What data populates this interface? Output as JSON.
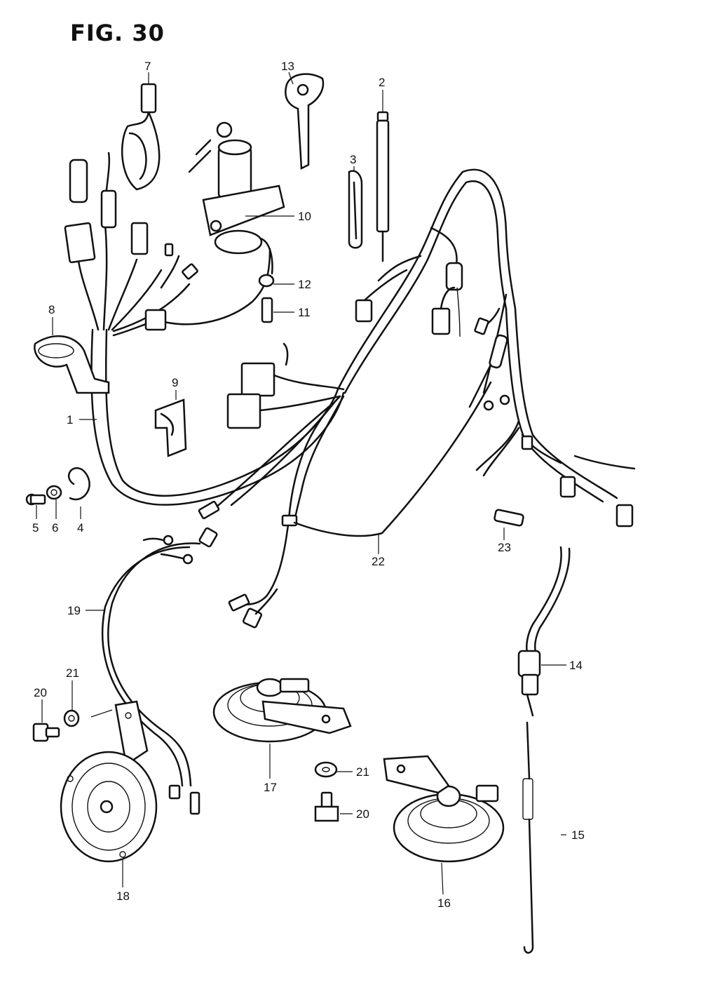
{
  "figure": {
    "title": "FIG. 30"
  },
  "callouts": [
    {
      "id": "c1",
      "label": "1"
    },
    {
      "id": "c2",
      "label": "2"
    },
    {
      "id": "c3",
      "label": "3"
    },
    {
      "id": "c4",
      "label": "4"
    },
    {
      "id": "c5",
      "label": "5"
    },
    {
      "id": "c6",
      "label": "6"
    },
    {
      "id": "c7",
      "label": "7"
    },
    {
      "id": "c8",
      "label": "8"
    },
    {
      "id": "c9",
      "label": "9"
    },
    {
      "id": "c10",
      "label": "10"
    },
    {
      "id": "c11",
      "label": "11"
    },
    {
      "id": "c12",
      "label": "12"
    },
    {
      "id": "c13",
      "label": "13"
    },
    {
      "id": "c14",
      "label": "14"
    },
    {
      "id": "c15",
      "label": "15"
    },
    {
      "id": "c16",
      "label": "16"
    },
    {
      "id": "c17",
      "label": "17"
    },
    {
      "id": "c18",
      "label": "18"
    },
    {
      "id": "c19",
      "label": "19"
    },
    {
      "id": "c20a",
      "label": "20"
    },
    {
      "id": "c20b",
      "label": "20"
    },
    {
      "id": "c21a",
      "label": "21"
    },
    {
      "id": "c21b",
      "label": "21"
    },
    {
      "id": "c22",
      "label": "22"
    },
    {
      "id": "c23",
      "label": "23"
    }
  ]
}
